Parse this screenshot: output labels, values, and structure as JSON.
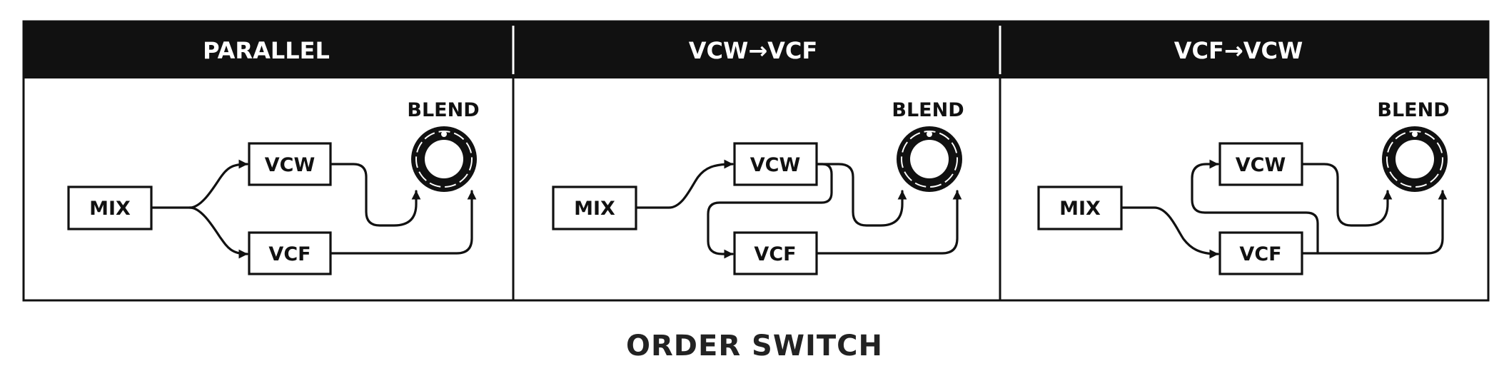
{
  "panels": [
    {
      "id": "parallel",
      "header": "PARALLEL",
      "mix": "MIX",
      "vcw": "VCW",
      "vcf": "VCF",
      "blend": "BLEND"
    },
    {
      "id": "vcw-vcf",
      "header": "VCW→VCF",
      "mix": "MIX",
      "vcw": "VCW",
      "vcf": "VCF",
      "blend": "BLEND"
    },
    {
      "id": "vcf-vcw",
      "header": "VCF→VCW",
      "mix": "MIX",
      "vcw": "VCW",
      "vcf": "VCF",
      "blend": "BLEND"
    }
  ],
  "title": "ORDER SWITCH",
  "colors": {
    "ink": "#111111",
    "header_text": "#ffffff",
    "background": "#ffffff"
  },
  "icons": {
    "blend_knob": "knob-icon"
  }
}
